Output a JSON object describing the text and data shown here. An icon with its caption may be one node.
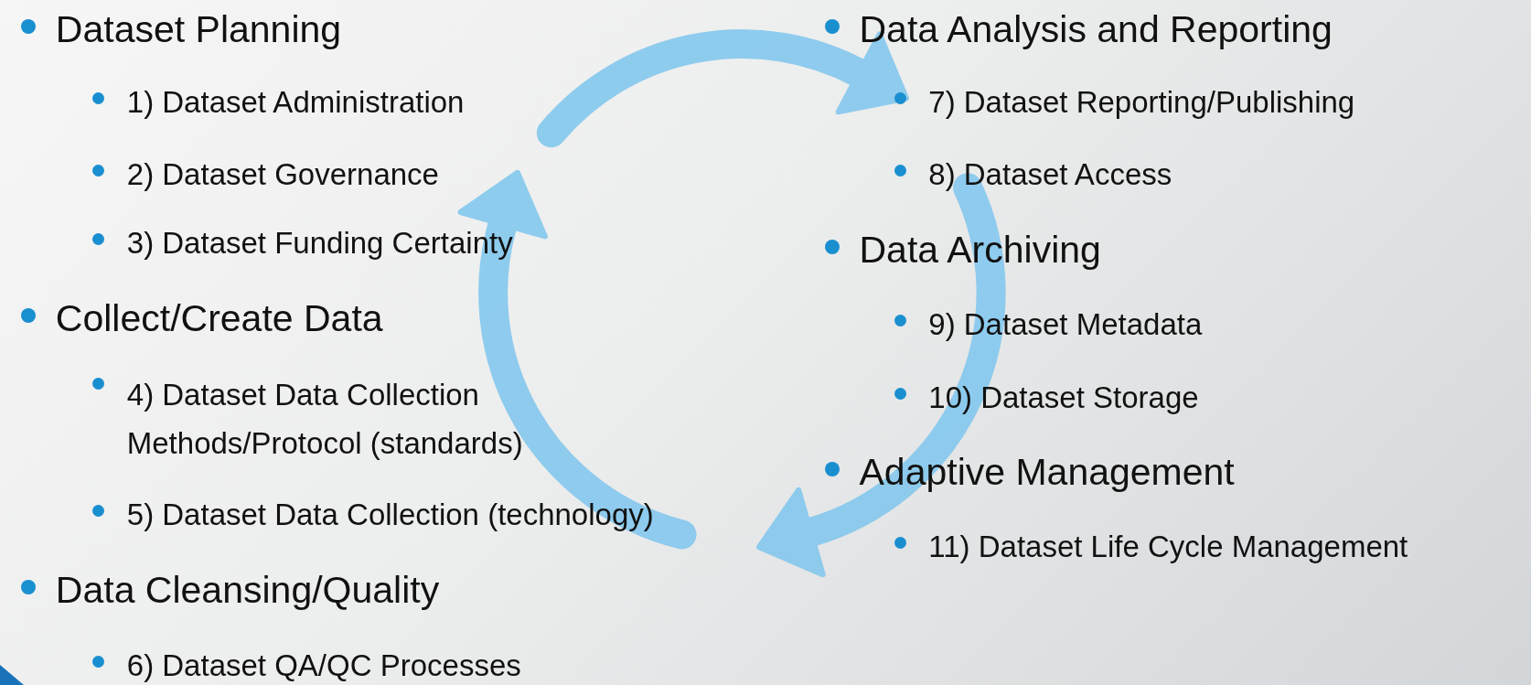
{
  "diagram": {
    "labels": [
      "Dataset Planning",
      "1) Dataset Administration",
      "2) Dataset Governance",
      "3) Dataset Funding Certainty",
      "Collect/Create Data",
      "4) Dataset Data Collection Methods/Protocol (standards)",
      "5) Dataset Data Collection (technology)",
      "Data Cleansing/Quality",
      "6) Dataset QA/QC Processes",
      "Data Analysis and Reporting",
      "7) Dataset Reporting/Publishing",
      "8) Dataset Access",
      "Data Archiving",
      "9) Dataset Metadata",
      "10) Dataset Storage",
      "Adaptive Management",
      "11) Dataset Life Cycle Management"
    ]
  }
}
